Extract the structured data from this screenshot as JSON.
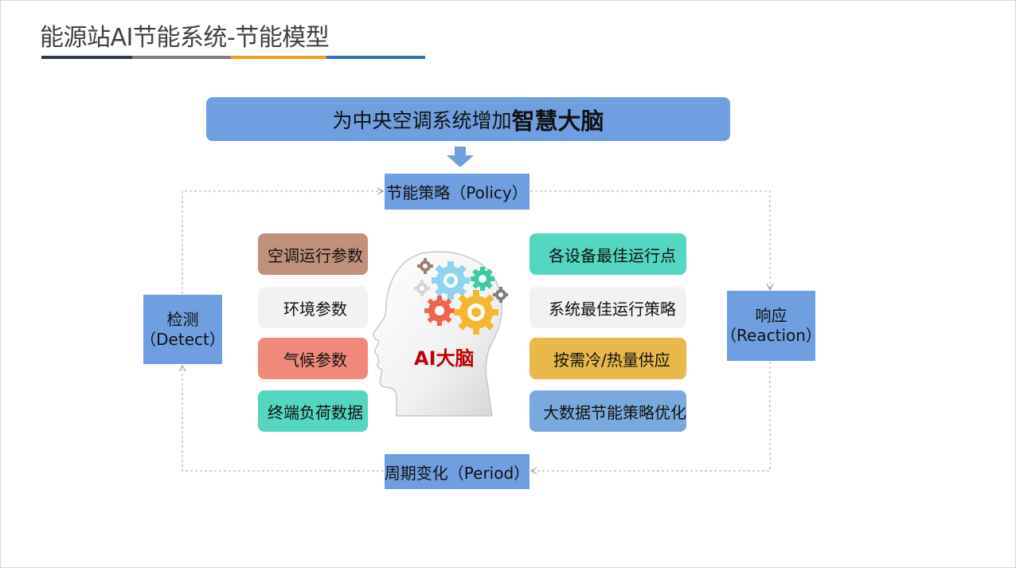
{
  "title": "能源站AI节能系统-节能模型",
  "underline_colors": [
    "#2e3a4b",
    "#7f7f7f",
    "#f59f1b",
    "#2e75b6"
  ],
  "banner": {
    "prefix": "为中央空调系统增加",
    "emphasis": "智慧大脑"
  },
  "loop": {
    "policy": "节能策略（Policy）",
    "period": "周期变化（Period）",
    "detect": {
      "line1": "检测",
      "line2": "（Detect）"
    },
    "reaction": {
      "line1": "响应",
      "line2": "（Reaction）"
    }
  },
  "inputs": [
    {
      "label": "空调运行参数",
      "color": "#c0907a"
    },
    {
      "label": "环境参数",
      "color": "#f2f2f2"
    },
    {
      "label": "气候参数",
      "color": "#f0897a"
    },
    {
      "label": "终端负荷数据",
      "color": "#55d6c0"
    }
  ],
  "outputs": [
    {
      "label": "各设备最佳运行点",
      "color": "#55d6c0"
    },
    {
      "label": "系统最佳运行策略",
      "color": "#f2f2f2"
    },
    {
      "label": "按需冷/热量供应",
      "color": "#e8b84a"
    },
    {
      "label": "大数据节能策略优化",
      "color": "#7aa9de"
    }
  ],
  "brain_label": "AI大脑",
  "colors": {
    "accent_blue": "#6f9fe0",
    "brain_text": "#c00000",
    "dashed_line": "#a6a6a6"
  }
}
